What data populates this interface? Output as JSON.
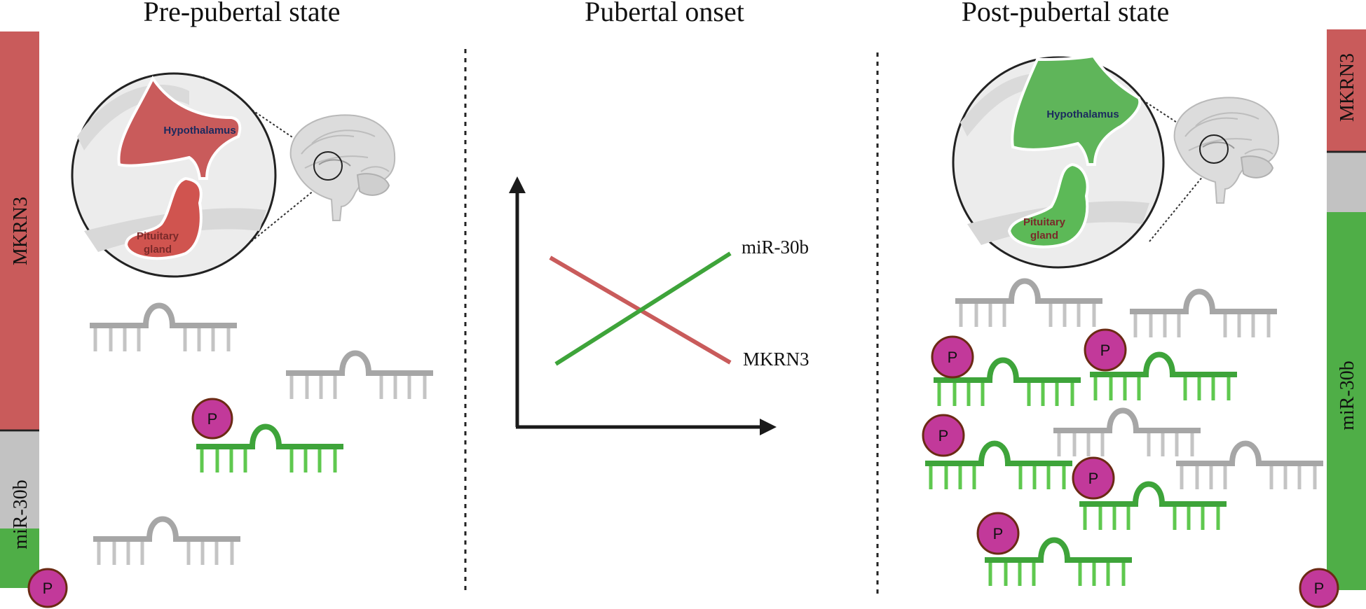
{
  "panels": {
    "left_title": "Pre-pubertal state",
    "middle_title": "Pubertal onset",
    "right_title": "Post-pubertal state"
  },
  "left_bar": {
    "top_label": "MKRN3",
    "middle_label": "miR-30b"
  },
  "right_bar": {
    "top_label": "MKRN3",
    "bottom_label": "miR-30b"
  },
  "left_zoom": {
    "hypothalamus_label": "Hypothalamus",
    "pituitary_line1": "Pituitary",
    "pituitary_line2": "gland"
  },
  "right_zoom": {
    "hypothalamus_label": "Hypothalamus",
    "pituitary_line1": "Pituitary",
    "pituitary_line2": "gland"
  },
  "phospho_label": "P",
  "plot": {
    "line_up_label": "miR-30b",
    "line_down_label": "MKRN3"
  },
  "colors": {
    "mkrn3_red": "#c95b5b",
    "mir_green": "#4fae47",
    "inactive_grey": "#a8a8a8",
    "phospho_magenta": "#c2399a",
    "phospho_border": "#6b2a14",
    "hypothalamus_green": "#5fb55a"
  },
  "icons": [
    "brain-sagittal-icon",
    "magnifier-circle-icon",
    "mirna-hairpin-icon",
    "phosphate-icon",
    "arrow-up-icon",
    "arrow-right-icon"
  ]
}
